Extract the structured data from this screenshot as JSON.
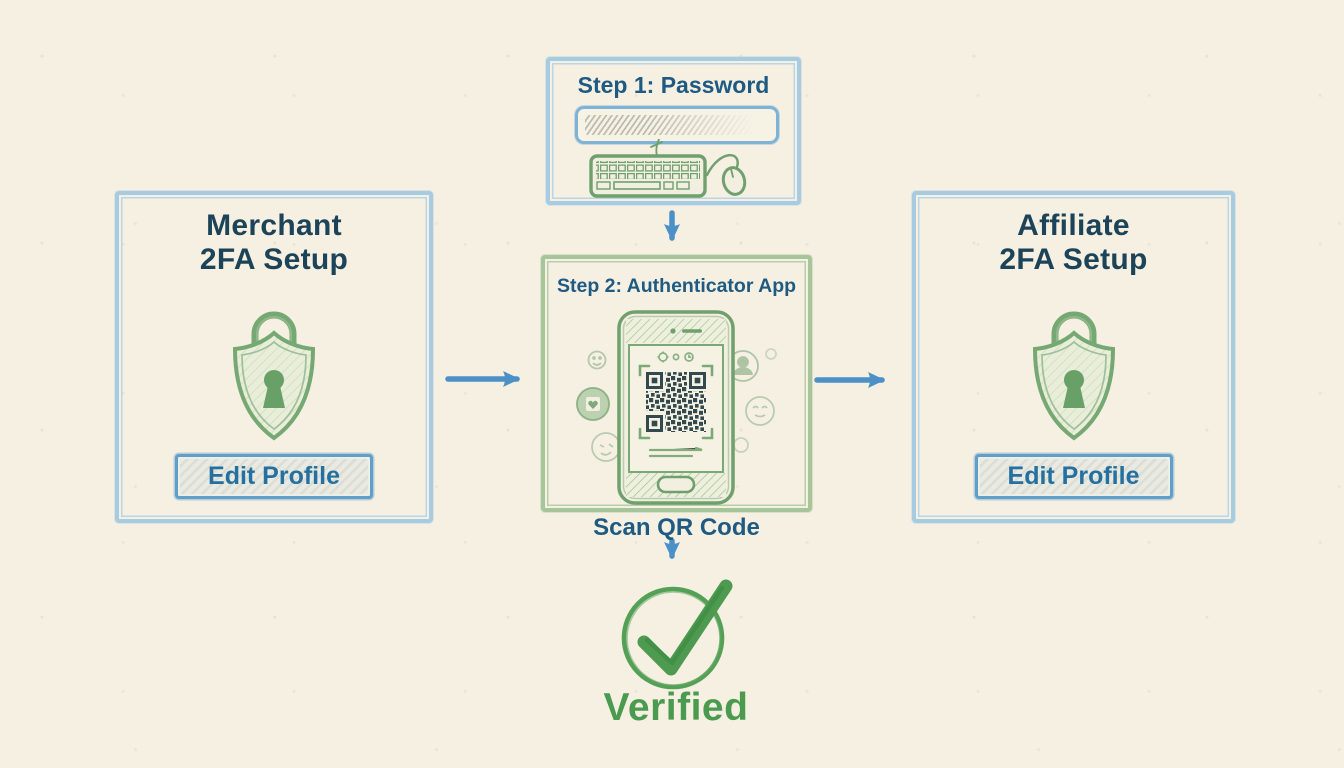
{
  "palette": {
    "background": "#f5f0e2",
    "blue_box_border": "#a7cce1",
    "green_box_border": "#a6c59b",
    "side_title_color": "#1c4357",
    "step_title_color": "#1e5a82",
    "button_text_color": "#2470a0",
    "button_border_color": "#5f9fca",
    "arrow_color": "#4b90c7",
    "sketch_green": "#6fa06d",
    "check_green": "#4e9a50",
    "verified_color": "#4a9b4f",
    "qr_color": "#31494f"
  },
  "panels": {
    "merchant": {
      "title_line1": "Merchant",
      "title_line2": "2FA Setup",
      "button_label": "Edit Profile",
      "icon": "shield-lock-icon"
    },
    "affiliate": {
      "title_line1": "Affiliate",
      "title_line2": "2FA Setup",
      "button_label": "Edit Profile",
      "icon": "shield-lock-icon"
    },
    "step1": {
      "title": "Step 1: Password",
      "icons": [
        "password-input",
        "keyboard-icon",
        "mouse-icon"
      ]
    },
    "step2": {
      "title": "Step 2: Authenticator App",
      "caption": "Scan QR Code",
      "icons": [
        "phone-icon",
        "qr-code-icon",
        "smiley-icon",
        "badge-icon",
        "face-icon",
        "person-icon",
        "cat-face-icon"
      ]
    }
  },
  "result": {
    "label": "Verified",
    "icon": "checkmark-circle-icon"
  }
}
